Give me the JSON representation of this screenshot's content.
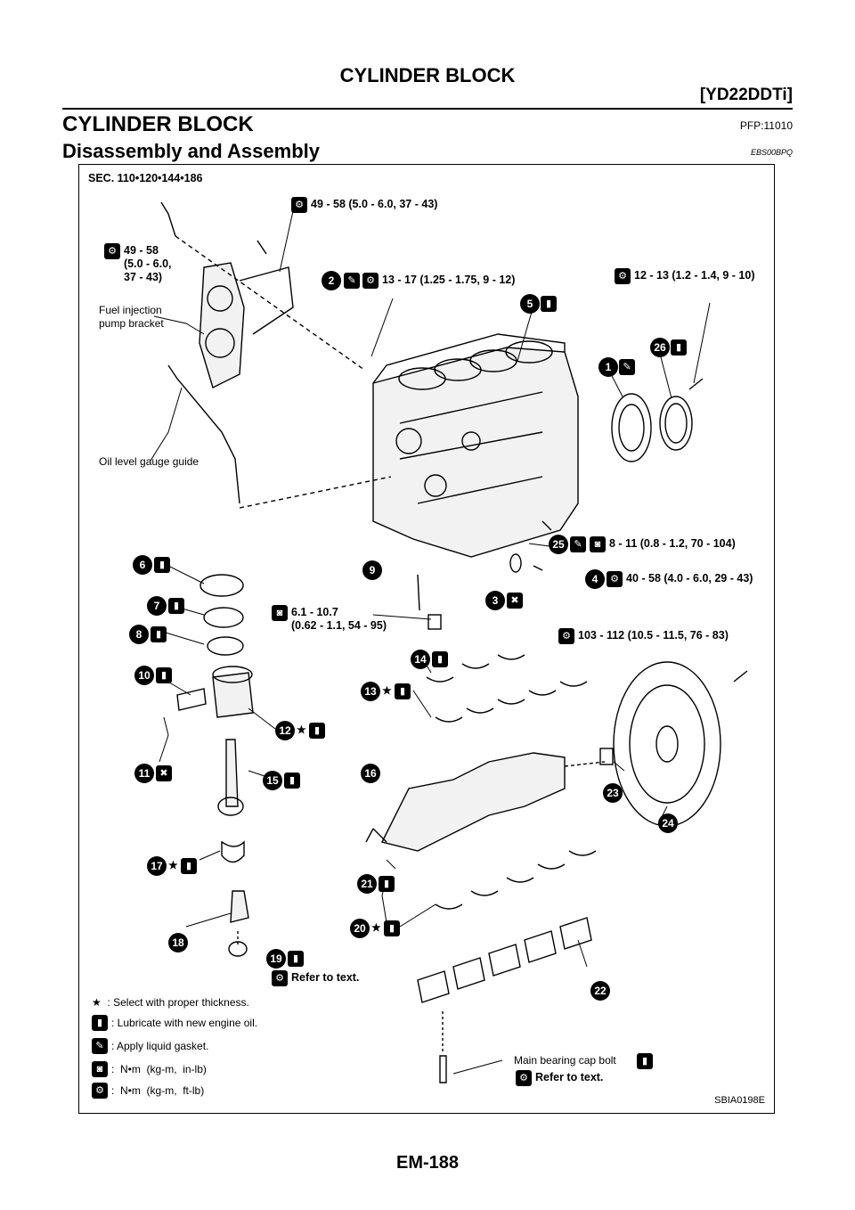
{
  "header": {
    "title": "CYLINDER BLOCK",
    "model": "[YD22DDTi]"
  },
  "section": {
    "title": "CYLINDER BLOCK",
    "code": "PFP:11010"
  },
  "subsection": {
    "title": "Disassembly and Assembly",
    "code": "EBS00BPQ"
  },
  "figure": {
    "sec": "SEC. 110•120•144•186",
    "torque_top": "49 - 58 (5.0 - 6.0, 37 - 43)",
    "torque_left": "49 - 58\n(5.0 - 6.0,\n37 - 43)",
    "fuel_pump_label": "Fuel injection\npump bracket",
    "oil_gauge_label": "Oil level gauge guide",
    "torque_2": "13 - 17 (1.25 - 1.75, 9 - 12)",
    "torque_rear": "12 - 13 (1.2 - 1.4, 9 - 10)",
    "torque_25": "8 - 11 (0.8 - 1.2, 70 - 104)",
    "torque_4": "40 - 58 (4.0 - 6.0, 29 - 43)",
    "torque_jet": "6.1 - 10.7\n(0.62 - 1.1, 54 - 95)",
    "torque_flywheel": "103 - 112 (10.5 - 11.5, 76 - 83)",
    "refer_19": "Refer to text.",
    "main_cap_label": "Main bearing cap bolt",
    "refer_main": "Refer to text.",
    "figure_code": "SBIA0198E",
    "callouts": [
      "1",
      "2",
      "3",
      "4",
      "5",
      "6",
      "7",
      "8",
      "9",
      "10",
      "11",
      "12",
      "13",
      "14",
      "15",
      "16",
      "17",
      "18",
      "19",
      "20",
      "21",
      "22",
      "23",
      "24",
      "25",
      "26"
    ]
  },
  "legend": {
    "star": ": Select with proper thickness.",
    "oil": ": Lubricate with new engine oil.",
    "gasket": ": Apply liquid gasket.",
    "nm_in": ":  N•m  (kg-m,  in-lb)",
    "nm_ft": ":  N•m  (kg-m,  ft-lb)"
  },
  "footer": {
    "page": "EM-188"
  }
}
